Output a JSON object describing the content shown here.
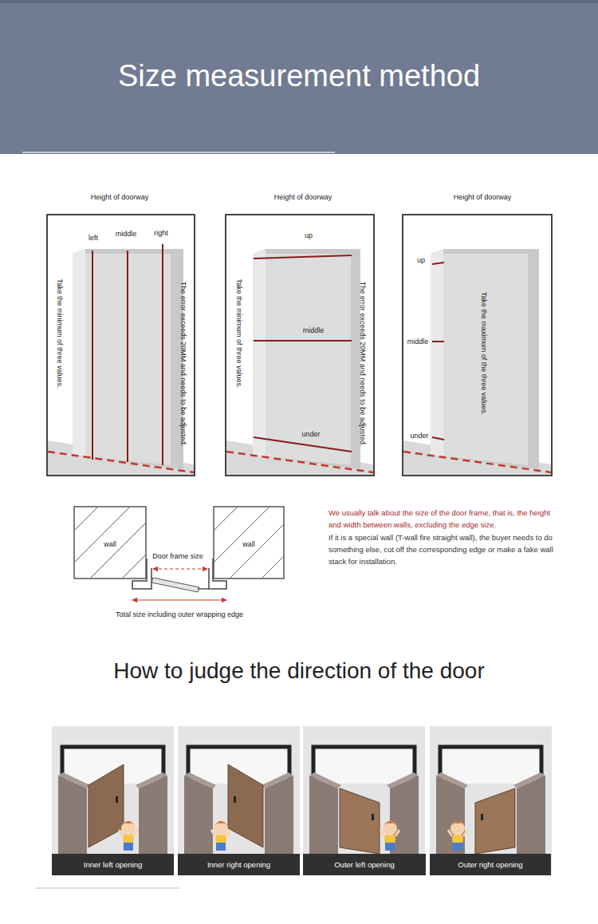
{
  "diagram": {
    "title": "Size measurement method",
    "nodes": [
      {
        "text": [
          "Height of doorway",
          "left",
          "middle",
          "right",
          "Take the minimum of three values.",
          "The error exceeds 20MM and needs to be adjusted."
        ]
      },
      {
        "text": [
          "Height of doorway",
          "up",
          "middle",
          "under",
          "Take the minimum of three values.",
          "The error exceeds 20MM and needs to be adjusted."
        ]
      },
      {
        "text": [
          "Height of doorway",
          "up",
          "middle",
          "under",
          "Take the maximum of the three values."
        ]
      },
      {
        "text": [
          "wall"
        ]
      },
      {
        "text": [
          "wall"
        ]
      },
      {
        "text": [
          "Inner left opening"
        ]
      },
      {
        "text": [
          "Inner right opening"
        ]
      },
      {
        "text": [
          "Outer left opening"
        ]
      },
      {
        "text": [
          "Outer right opening"
        ]
      }
    ],
    "labels": [
      "Door frame size",
      "Total size including outer wrapping edge",
      "We usually talk about the size of the door frame, that is, the height and width between walls, excluding the edge size.",
      "If it is a special wall (T-wall fire straight wall), the buyer needs to do something else, cut off the corresponding edge or make a fake wall stack for installation.",
      "How to judge the direction of the door"
    ]
  }
}
